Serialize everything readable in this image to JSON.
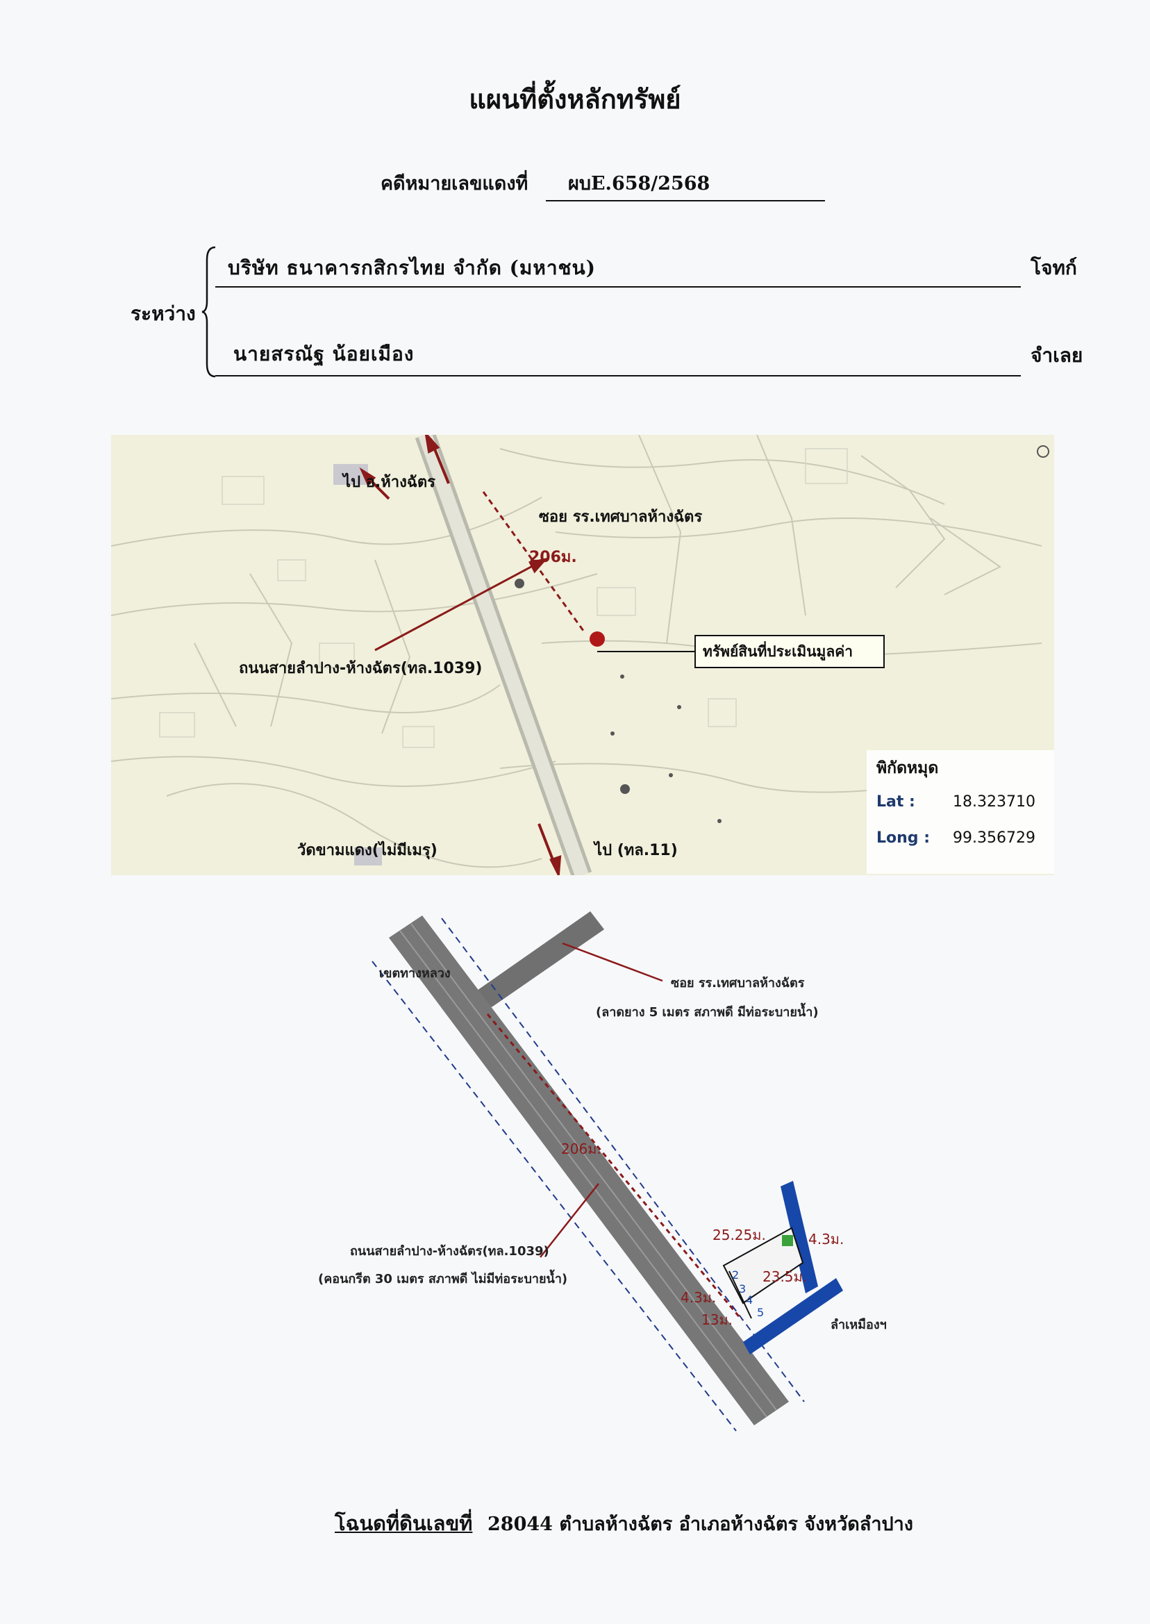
{
  "document": {
    "title": "แผนที่ตั้งหลักทรัพย์",
    "case_label": "คดีหมายเลขแดงที่",
    "case_number": "ผบE.658/2568",
    "between_label": "ระหว่าง",
    "plaintiff": {
      "name": "บริษัท ธนาคารกสิกรไทย จำกัด (มหาชน)",
      "role": "โจทก์"
    },
    "defendant": {
      "name": "นายสรณัฐ น้อยเมือง",
      "role": "จำเลย"
    }
  },
  "location_map": {
    "to_hang_chat": "ไป อ.ห้างฉัตร",
    "soi_label": "ซอย รร.เทศบาลห้างฉัตร",
    "distance": "206ม.",
    "main_road": "ถนนสายลำปาง-ห้างฉัตร(ทล.1039)",
    "property_label": "ทรัพย์สินที่ประเมินมูลค่า",
    "temple": "วัดขามแดง(ไม่มีเมรุ)",
    "to_route_11": "ไป (ทล.11)",
    "coordinates": {
      "title": "พิกัดหมุด",
      "lat_label": "Lat :",
      "lat_value": "18.323710",
      "long_label": "Long :",
      "long_value": "99.356729"
    }
  },
  "site_plan": {
    "boundary_label": "เขตทางหลวง",
    "soi_label": "ซอย รร.เทศบาลห้างฉัตร",
    "soi_desc": "(ลาดยาง 5 เมตร สภาพดี มีท่อระบายน้ำ)",
    "distance": "206ม.",
    "main_road": "ถนนสายลำปาง-ห้างฉัตร(ทล.1039)",
    "main_road_desc": "(คอนกรีต 30 เมตร สภาพดี ไม่มีท่อระบายน้ำ)",
    "dim_top": "25.25ม.",
    "dim_right": "4.3ม.",
    "dim_inner": "23.5ม.",
    "dim_left": "4.3ม.",
    "dim_bottom": "13ม.",
    "stream_label": "ลำเหมืองฯ",
    "plot_numbers": [
      "2",
      "3",
      "4",
      "5"
    ]
  },
  "footer": {
    "deed_label": "โฉนดที่ดินเลขที่",
    "deed_text": "28044 ตำบลห้างฉัตร อำเภอห้างฉัตร จังหวัดลำปาง"
  },
  "colors": {
    "road_gray": "#7a7a7a",
    "dim_red": "#8b1a1a",
    "stream_blue": "#1747a8",
    "map_bg": "#f1f0dc"
  }
}
